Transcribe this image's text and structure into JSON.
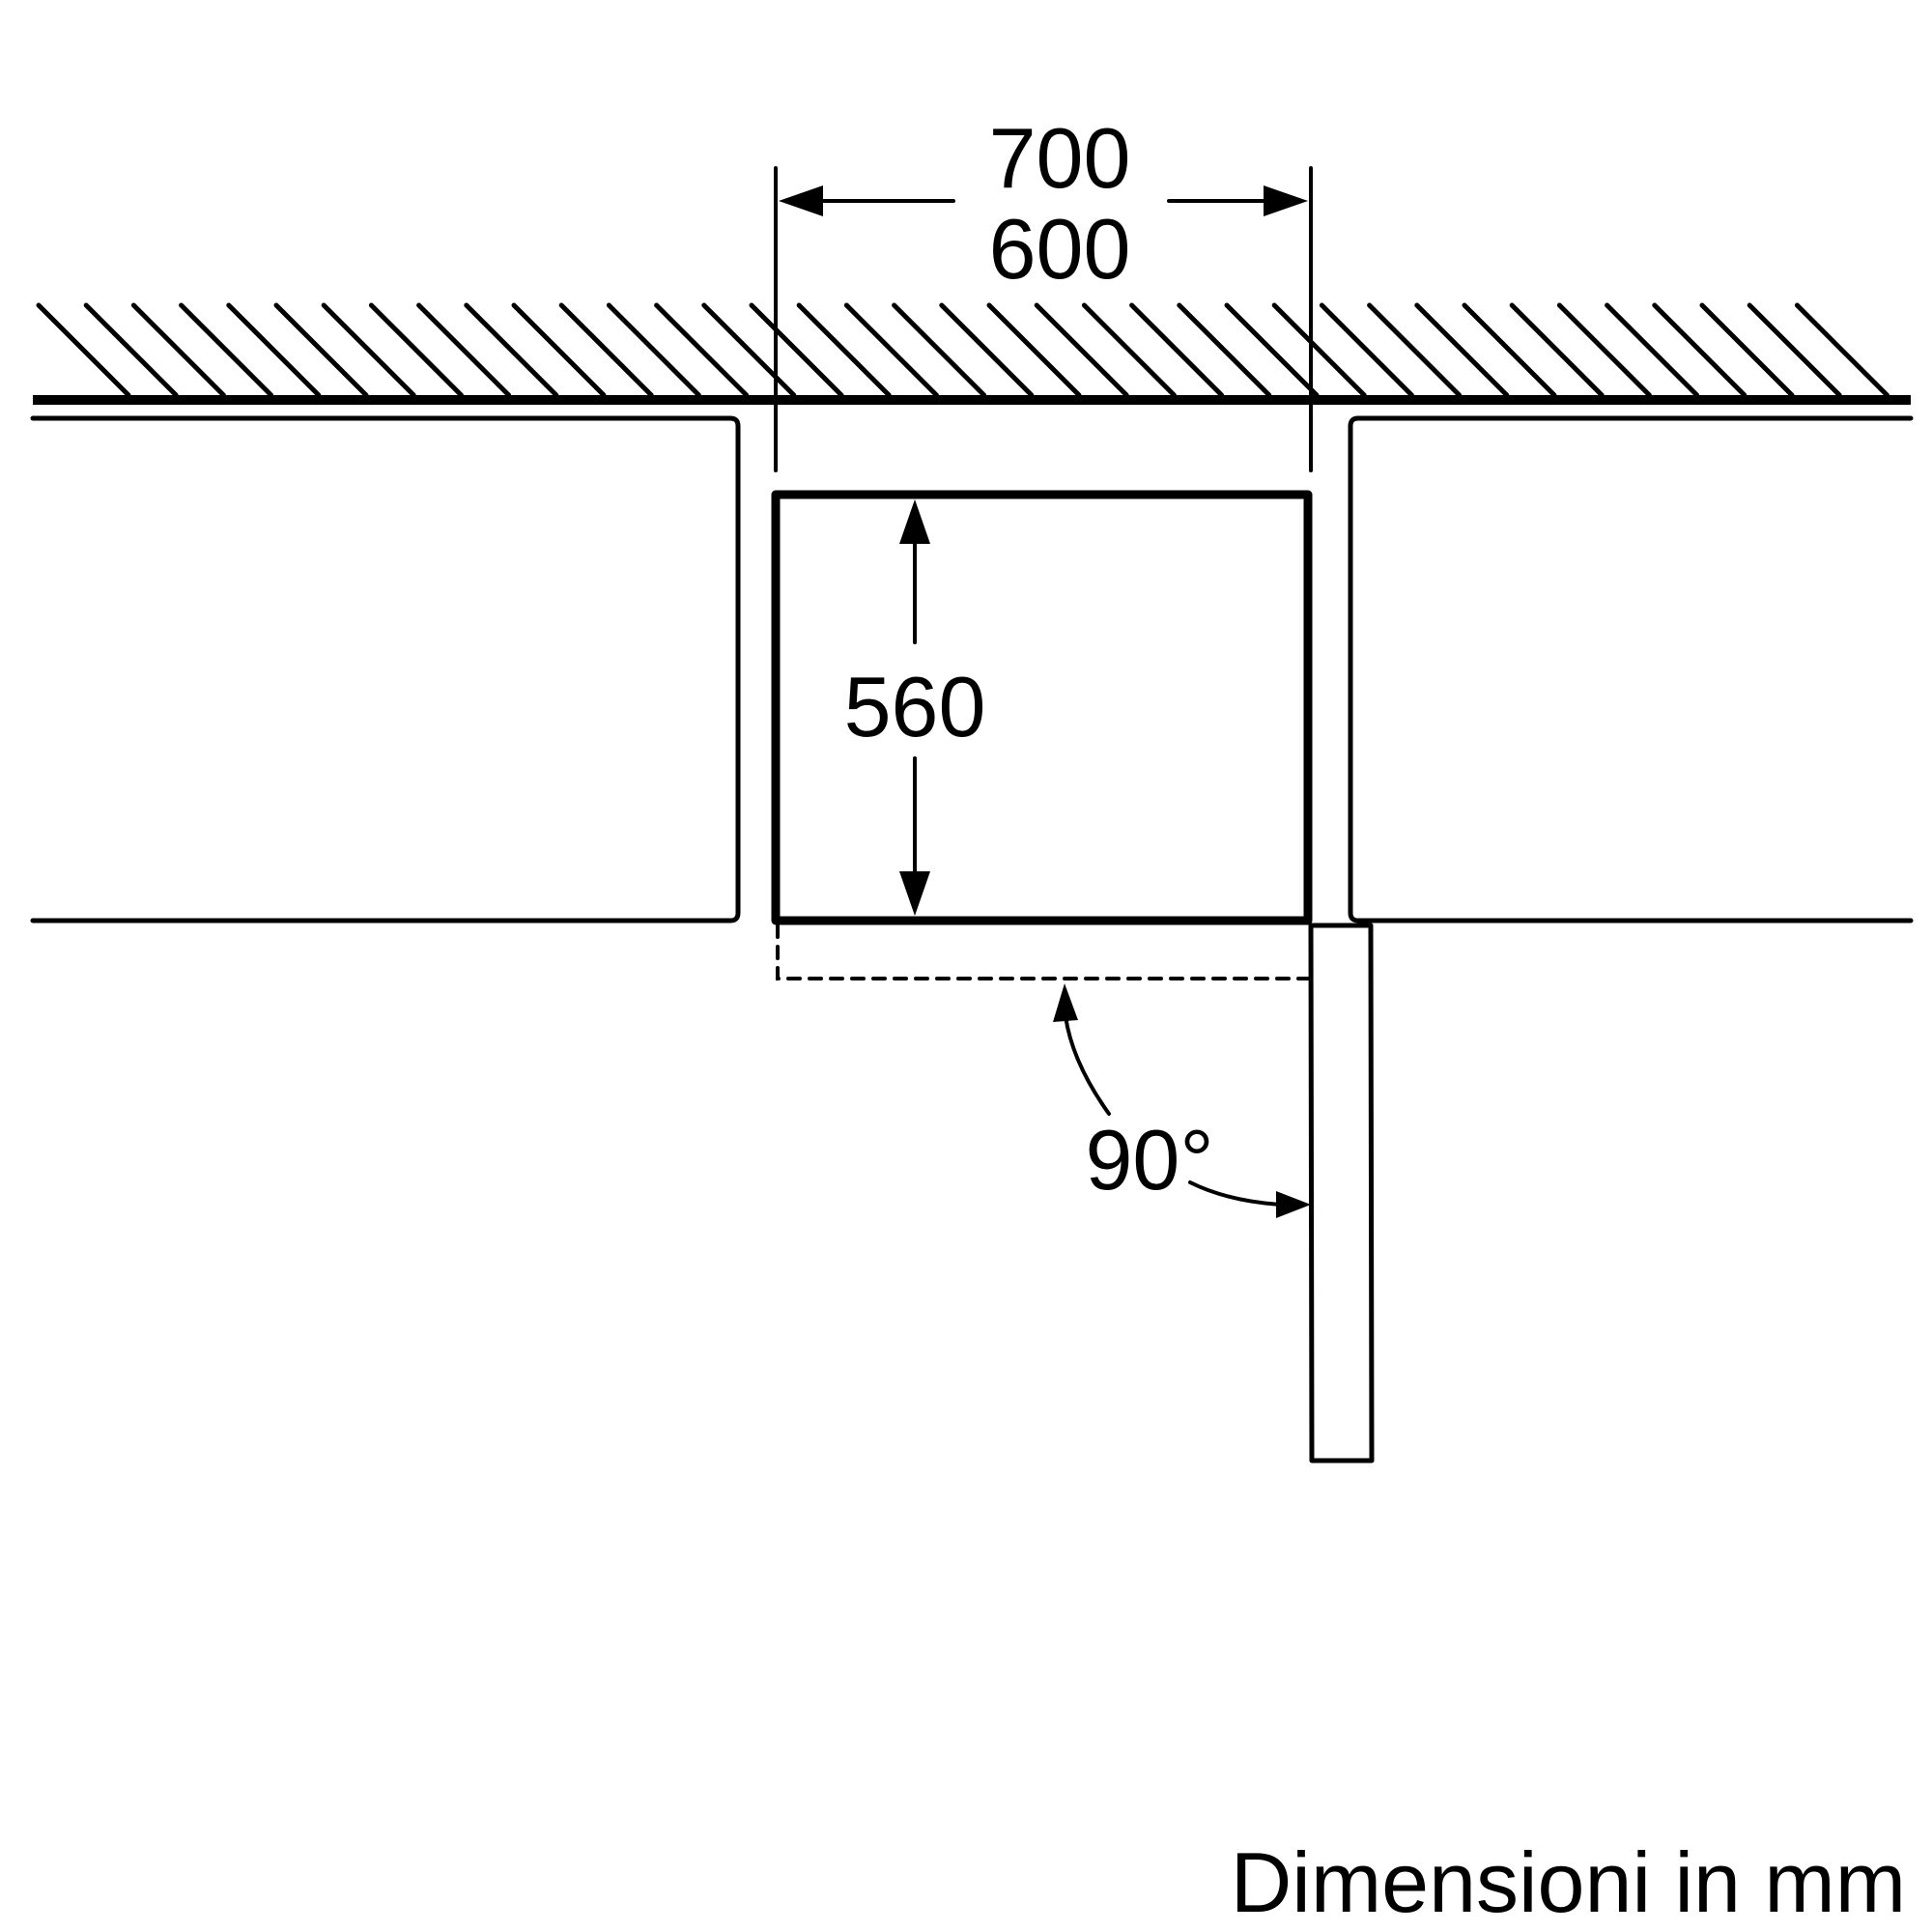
{
  "dimensions": {
    "width_outer": "700",
    "width_inner": "600",
    "depth": "560",
    "door_angle": "90°"
  },
  "footer": {
    "units_note": "Dimensioni in mm"
  },
  "colors": {
    "line": "#000000",
    "background": "#ffffff"
  }
}
